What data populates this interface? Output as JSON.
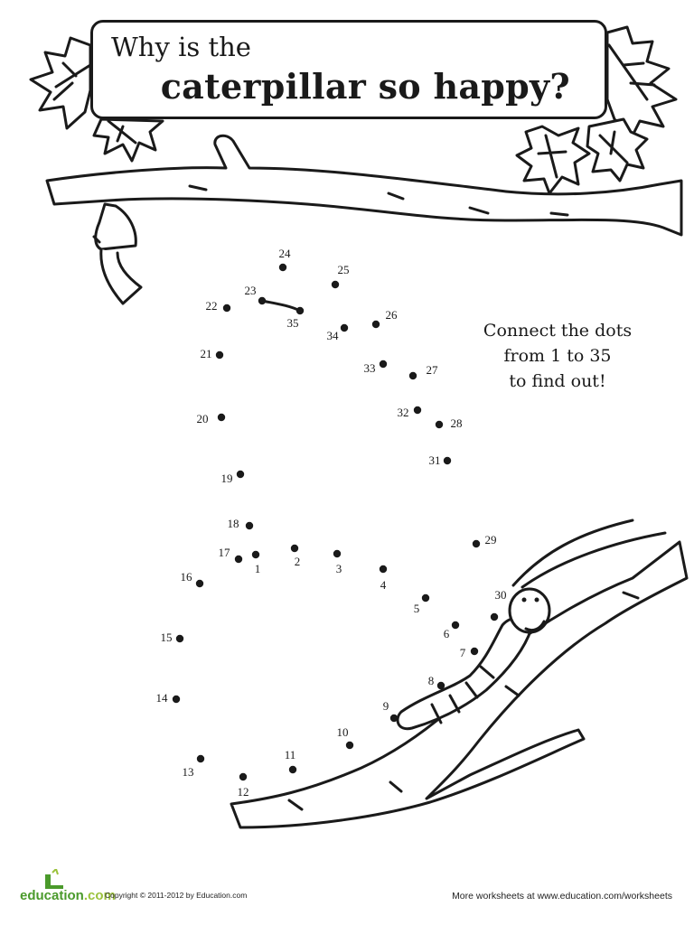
{
  "title": {
    "line1": "Why is the",
    "line2": "caterpillar so happy?"
  },
  "instructions": {
    "line1": "Connect the dots",
    "line2": "from 1 to 35",
    "line3": "to find out!"
  },
  "dots": [
    {
      "n": "1"
    },
    {
      "n": "2"
    },
    {
      "n": "3"
    },
    {
      "n": "4"
    },
    {
      "n": "5"
    },
    {
      "n": "6"
    },
    {
      "n": "7"
    },
    {
      "n": "8"
    },
    {
      "n": "9"
    },
    {
      "n": "10"
    },
    {
      "n": "11"
    },
    {
      "n": "12"
    },
    {
      "n": "13"
    },
    {
      "n": "14"
    },
    {
      "n": "15"
    },
    {
      "n": "16"
    },
    {
      "n": "17"
    },
    {
      "n": "18"
    },
    {
      "n": "19"
    },
    {
      "n": "20"
    },
    {
      "n": "21"
    },
    {
      "n": "22"
    },
    {
      "n": "23"
    },
    {
      "n": "24"
    },
    {
      "n": "25"
    },
    {
      "n": "26"
    },
    {
      "n": "27"
    },
    {
      "n": "28"
    },
    {
      "n": "29"
    },
    {
      "n": "30"
    },
    {
      "n": "31"
    },
    {
      "n": "32"
    },
    {
      "n": "33"
    },
    {
      "n": "34"
    },
    {
      "n": "35"
    }
  ],
  "footer": {
    "brand": "education",
    "brand_suffix": ".com",
    "copyright": "Copyright © 2011-2012 by Education.com",
    "more": "More worksheets at www.education.com/worksheets"
  },
  "colors": {
    "ink": "#1a1a1a",
    "brand_green": "#4a9a2b",
    "brand_lime": "#9bc23c"
  }
}
